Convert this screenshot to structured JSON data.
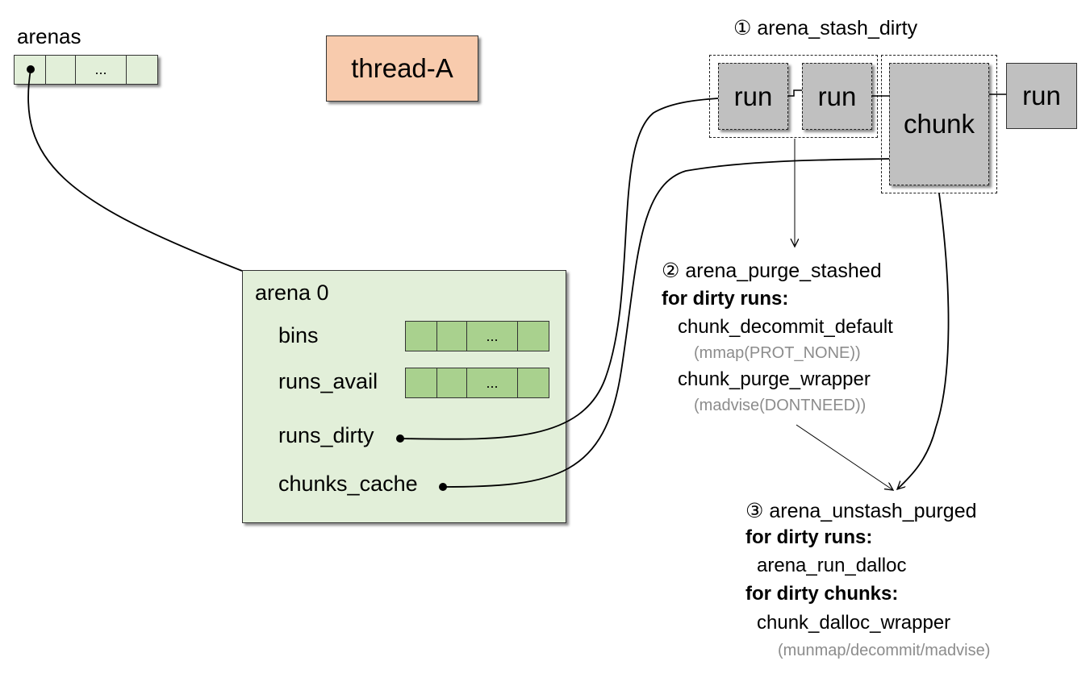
{
  "arenas": {
    "label": "arenas",
    "cells": [
      "",
      "",
      "...",
      ""
    ]
  },
  "thread": {
    "label": "thread-A"
  },
  "arena0": {
    "title": "arena 0",
    "bins": {
      "label": "bins",
      "cells": [
        "",
        "",
        "...",
        ""
      ]
    },
    "runs_avail": {
      "label": "runs_avail",
      "cells": [
        "",
        "",
        "...",
        ""
      ]
    },
    "runs_dirty": {
      "label": "runs_dirty"
    },
    "chunks_cache": {
      "label": "chunks_cache"
    }
  },
  "stash": {
    "heading": "① arena_stash_dirty",
    "run1": "run",
    "run2": "run",
    "chunk": "chunk",
    "run3": "run"
  },
  "purge": {
    "heading": "② arena_purge_stashed",
    "for_runs": "for dirty runs:",
    "fn1": "chunk_decommit_default",
    "fn1_note": "(mmap(PROT_NONE))",
    "fn2": "chunk_purge_wrapper",
    "fn2_note": "(madvise(DONTNEED))"
  },
  "unstash": {
    "heading": "③ arena_unstash_purged",
    "for_runs": "for dirty runs:",
    "fn1": "arena_run_dalloc",
    "for_chunks": "for dirty chunks:",
    "fn2": "chunk_dalloc_wrapper",
    "fn2_note": "(munmap/decommit/madvise)"
  },
  "colors": {
    "light_green": "#e2efd9",
    "cell_green": "#a9d18e",
    "peach": "#f8cbad",
    "grey_box": "#c0c0c0",
    "note_grey": "#8c8c8c"
  }
}
